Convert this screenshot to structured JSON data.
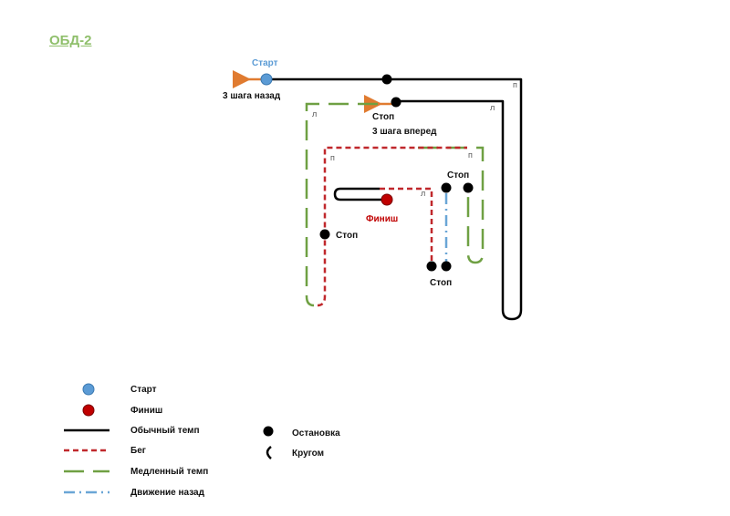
{
  "title": "ОБД-2",
  "labels": {
    "start": "Старт",
    "back3": "3 шага назад",
    "stop_top": "Стоп",
    "forward3": "3 шага вперед",
    "stop_right_top": "Стоп",
    "stop_left": "Стоп",
    "stop_bottom": "Стоп",
    "finish": "Финиш"
  },
  "turn_marks": {
    "p1": "п",
    "l1": "л",
    "l2": "л",
    "p2": "п",
    "p3": "п",
    "l3": "л"
  },
  "legend": {
    "start": "Старт",
    "finish": "Финиш",
    "normal": "Обычный темп",
    "run": "Бег",
    "slow": "Медленный темп",
    "back": "Движение назад",
    "stop": "Остановка",
    "circle": "Кругом"
  },
  "colors": {
    "normal": "#000000",
    "run": "#c0282c",
    "slow": "#6fa043",
    "back": "#6aa6d6",
    "start": "#5b9bd5",
    "finish": "#c00000",
    "arrow": "#e07b30",
    "title": "#8fbf6b"
  }
}
